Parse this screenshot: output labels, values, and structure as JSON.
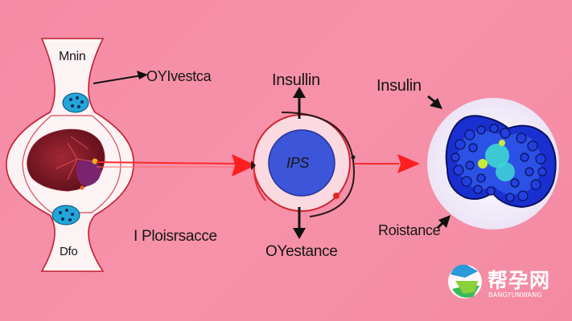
{
  "labels": {
    "left_top": "Mnin",
    "left_arrow": "OYIvestca",
    "left_bottom": "Dfo",
    "bottom_left": "I Ploisrsacce",
    "center_top": "Insullin",
    "center_core": "IPS",
    "center_bottom": "OYestance",
    "right_top": "Insulin",
    "right_bottom": "Roistance"
  },
  "watermark": {
    "text": "帮孕网",
    "subtext": "BANGYUNWANG"
  },
  "colors": {
    "background": "#f58ba6",
    "arrow_red": "#ff1f1f",
    "core_blue": "#3d55d8",
    "cell_blue": "#1a2fd0",
    "liver": "#7a1822"
  }
}
